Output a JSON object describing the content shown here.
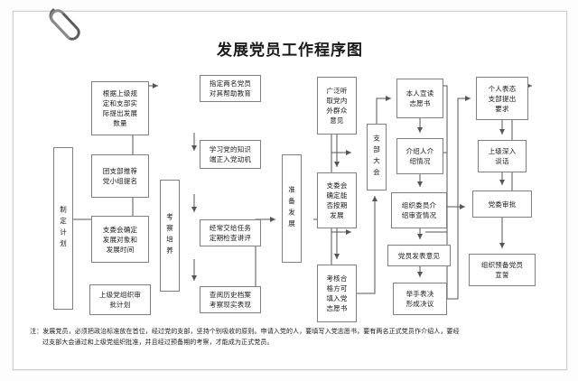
{
  "title": "发展党员工作程序图",
  "colors": {
    "paper": "#ffffff",
    "border": "#808080",
    "text": "#1a1a1a",
    "frame": "#cfcfcf"
  },
  "icons": {
    "paperclip": "paperclip-icon"
  },
  "stages": [
    {
      "id": "stage-plan",
      "label": "制定计划"
    },
    {
      "id": "stage-train",
      "label": "考察培养"
    },
    {
      "id": "stage-prep",
      "label": "准备发展"
    },
    {
      "id": "stage-branch",
      "label": "支部大会"
    }
  ],
  "nodes": {
    "plan_quota": {
      "lines": [
        "根据上级规",
        "定和支部实",
        "际提出发展",
        "数量"
      ]
    },
    "youth_recommend": {
      "lines": [
        "团支部推荐",
        "党小组提名"
      ]
    },
    "committee_set": {
      "lines": [
        "支委会确定",
        "发展对象和",
        "发展时间"
      ]
    },
    "upper_approve": {
      "lines": [
        "上级党组织审",
        "批计划"
      ]
    },
    "assign_two": {
      "lines": [
        "指定两名党员",
        "对其帮助教育"
      ]
    },
    "study_party": {
      "lines": [
        "学习党的知识",
        "端正入党动机"
      ]
    },
    "assign_tasks": {
      "lines": [
        "经常交给任务",
        "定期检查讲评"
      ]
    },
    "check_archive": {
      "lines": [
        "查阅历史档案",
        "考察现实表现"
      ]
    },
    "listen_opinion": {
      "lines": [
        "广泛听",
        "取党内",
        "外群众",
        "意见"
      ]
    },
    "decide_ontime": {
      "lines": [
        "支委会",
        "确定能",
        "否按期",
        "发展"
      ]
    },
    "fill_form": {
      "lines": [
        "考核合",
        "格方可",
        "填入党",
        "志愿书"
      ]
    },
    "read_aloud": {
      "lines": [
        "本人宣读",
        "志愿书"
      ]
    },
    "introducer": {
      "lines": [
        "介绍人介",
        "绍情况"
      ]
    },
    "org_member": {
      "lines": [
        "组织委员介",
        "绍审查情况"
      ]
    },
    "members_speak": {
      "lines": [
        "党员发表意见"
      ]
    },
    "hand_vote": {
      "lines": [
        "举手表决",
        "形成决议"
      ]
    },
    "personal_state": {
      "lines": [
        "个人表态",
        "支部提出",
        "要求"
      ]
    },
    "upper_talk": {
      "lines": [
        "上级深入",
        "谈话"
      ]
    },
    "party_approve": {
      "lines": [
        "党委审批"
      ]
    },
    "oath": {
      "lines": [
        "组织预备党员",
        "宣誓"
      ]
    }
  },
  "note": {
    "lead": "注：",
    "line1": "发展党员，必须把政治标准放在首位，经过党的支部，坚持个别吸收的原则。申请入党的人，要填写入党志愿书，要有两名正式党员作介绍人，要经",
    "line2": "过支部大会通过和上级党组织批准，并且经过预备期的考察，才能成为正式党员。"
  },
  "chart_data": {
    "type": "diagram",
    "title": "发展党员工作程序图",
    "columns": [
      {
        "stage": "制定计划",
        "nodes": [
          "根据上级规定和支部实际提出发展数量",
          "团支部推荐党小组提名",
          "支委会确定发展对象和发展时间",
          "上级党组织审批计划"
        ]
      },
      {
        "stage": "考察培养",
        "nodes": [
          "指定两名党员对其帮助教育",
          "学习党的知识端正入党动机",
          "经常交给任务定期检查讲评",
          "查阅历史档案考察现实表现"
        ]
      },
      {
        "stage": "准备发展",
        "nodes": [
          "广泛听取党内外群众意见",
          "支委会确定能否按期发展",
          "考核合格方可填入党志愿书"
        ]
      },
      {
        "stage": "支部大会",
        "nodes": [
          "本人宣读志愿书",
          "介绍人介绍情况",
          "组织委员介绍审查情况",
          "党员发表意见",
          "举手表决形成决议"
        ]
      },
      {
        "stage": "",
        "nodes": [
          "个人表态支部提出要求",
          "上级深入谈话",
          "党委审批",
          "组织预备党员宣誓"
        ]
      }
    ]
  }
}
